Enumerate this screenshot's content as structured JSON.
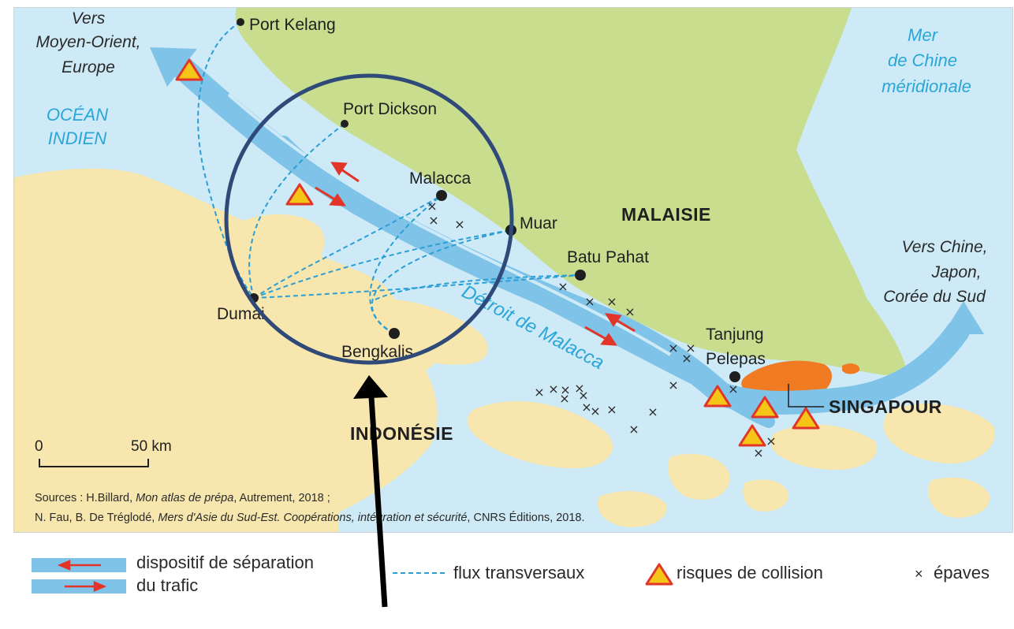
{
  "map": {
    "places": {
      "port_kelang": "Port Kelang",
      "port_dickson": "Port Dickson",
      "malacca": "Malacca",
      "muar": "Muar",
      "batu_pahat": "Batu Pahat",
      "dumai": "Dumai",
      "bengkalis": "Bengkalis",
      "tanjung": "Tanjung",
      "pelepas": "Pelepas"
    },
    "countries": {
      "malaisie": "MALAISIE",
      "indonesie": "INDONÉSIE",
      "singapour": "SINGAPOUR"
    },
    "seas": {
      "ocean_line1": "OCÉAN",
      "ocean_line2": "INDIEN",
      "mer_line1": "Mer",
      "mer_line2": "de Chine",
      "mer_line3": "méridionale",
      "strait": "Détroit de Malacca"
    },
    "directions": {
      "west_line1": "Vers",
      "west_line2": "Moyen-Orient,",
      "west_line3": "Europe",
      "east_line1": "Vers Chine,",
      "east_line2": "Japon,",
      "east_line3": "Corée du Sud"
    },
    "scale": {
      "zero": "0",
      "dist": "50 km"
    },
    "sources": {
      "line1_prefix": "Sources : H.Billard, ",
      "line1_title": "Mon atlas de prépa",
      "line1_suffix": ", Autrement, 2018 ;",
      "line2_prefix": "N. Fau, B. De Tréglodé, ",
      "line2_title": "Mers d'Asie du Sud-Est. Coopérations, intégration et sécurité",
      "line2_suffix": ", CNRS Éditions, 2018."
    }
  },
  "legend": {
    "tss_line1": "dispositif de séparation",
    "tss_line2": "du trafic",
    "flux": "flux transversaux",
    "collision": "risques de collision",
    "wrecks": "épaves",
    "wreck_symbol": "×"
  },
  "colors": {
    "sea": "#cdeaf6",
    "land_malaysia": "#c8dd8e",
    "land_indonesia": "#f7e6ad",
    "singapore": "#f07b22",
    "lane": "#7fc3e8",
    "flux": "#2a9fd6",
    "arrow_red": "#e2352a",
    "circle": "#2f4a78"
  }
}
